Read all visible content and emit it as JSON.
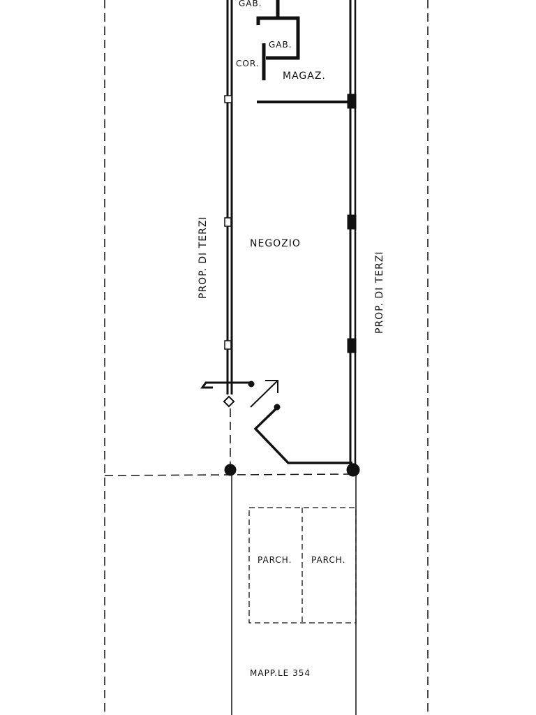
{
  "plan": {
    "rooms": {
      "gab_top": "GAB.",
      "gab_inner": "GAB.",
      "corridor": "COR.",
      "warehouse": "MAGAZ.",
      "shop": "NEGOZIO"
    },
    "neighbors": {
      "left": "PROP. DI TERZI",
      "right": "PROP. DI TERZI"
    },
    "parking": [
      "PARCH.",
      "PARCH."
    ],
    "parcel": "MAPP.LE 354"
  },
  "colors": {
    "ink": "#111111",
    "paper": "#ffffff"
  }
}
